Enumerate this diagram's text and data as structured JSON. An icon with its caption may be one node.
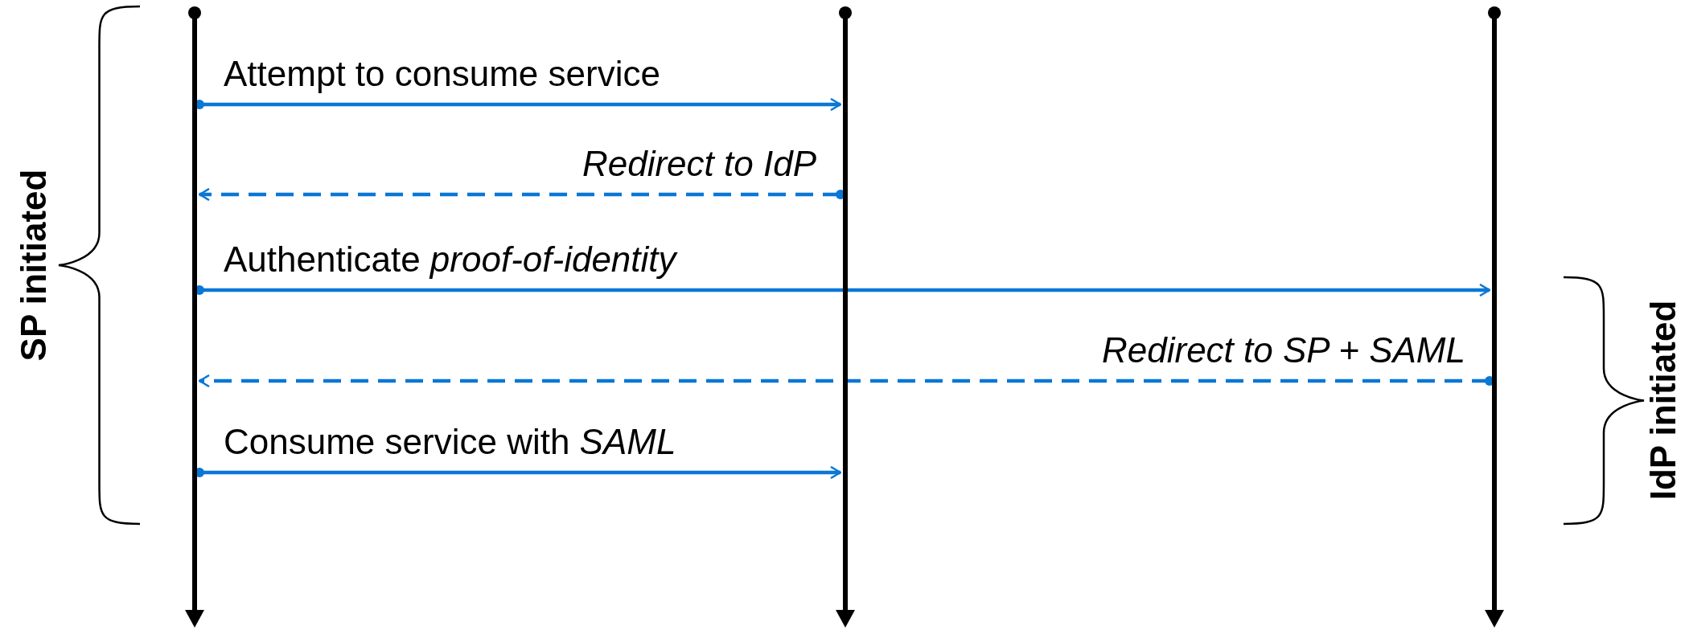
{
  "diagram": {
    "nodes": [
      {
        "text": [],
        "shape": "line"
      },
      {
        "text": [],
        "shape": "line"
      },
      {
        "text": [],
        "shape": "line"
      }
    ],
    "edges": [
      {
        "from": 0,
        "to": 1,
        "arrow": "to",
        "label": "Attempt to consume service"
      },
      {
        "from": 1,
        "to": 0,
        "arrow": "to",
        "label": "Redirect to IdP",
        "style": "dashed"
      },
      {
        "from": 0,
        "to": 2,
        "arrow": "to",
        "label": "Authenticate *proof-of-identity*"
      },
      {
        "from": 2,
        "to": 0,
        "arrow": "to",
        "label": "Redirect to SP + SAML",
        "style": "dashed"
      },
      {
        "from": 0,
        "to": 1,
        "arrow": "to",
        "label": "Consume service with *SAML*"
      }
    ],
    "labels": [
      "SP initiated",
      "IdP initiated"
    ]
  }
}
